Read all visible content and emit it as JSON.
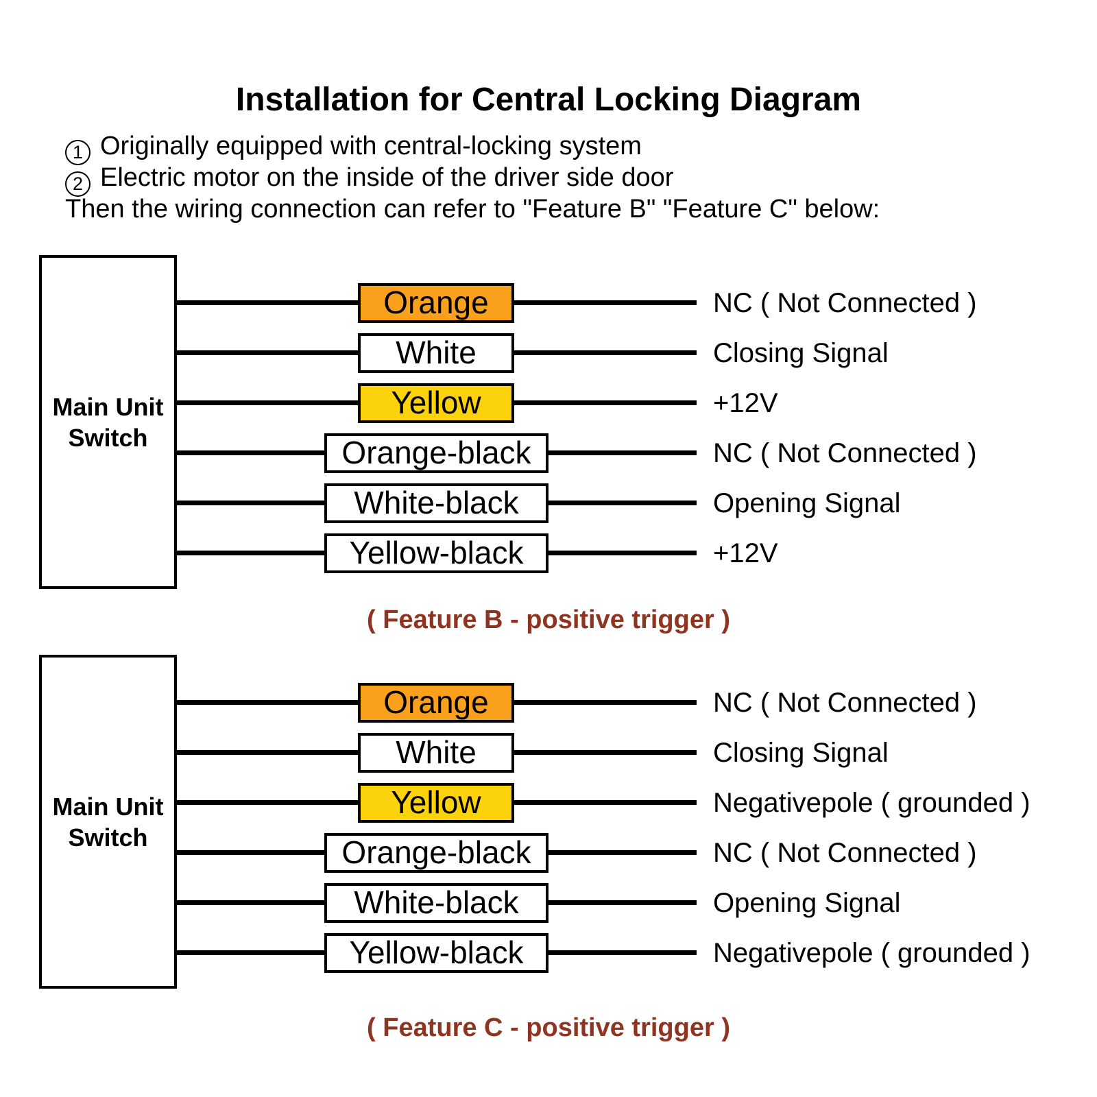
{
  "title": "Installation for Central Locking Diagram",
  "notes": {
    "item1": {
      "bullet": "1",
      "text": "Originally equipped with central-locking system"
    },
    "item2": {
      "bullet": "2",
      "text": "Electric motor on the inside of the driver side door"
    },
    "item3": {
      "text": "Then the wiring connection can refer to \"Feature B\" \"Feature C\" below:"
    }
  },
  "colors": {
    "orange_wire_fill": "#F9A11D",
    "yellow_wire_fill": "#FCD20D",
    "white_wire_fill": "#FFFFFF",
    "wire_line": "#000000",
    "caption_text": "#8E3420"
  },
  "diagram_b": {
    "source": {
      "line1": "Main Unit",
      "line2": "Switch"
    },
    "rows": [
      {
        "wire": "Orange",
        "fill": "orange",
        "signal": "NC ( Not Connected )"
      },
      {
        "wire": "White",
        "fill": "white",
        "signal": "Closing Signal"
      },
      {
        "wire": "Yellow",
        "fill": "yellow",
        "signal": "+12V"
      },
      {
        "wire": "Orange-black",
        "fill": "white",
        "signal": "NC ( Not Connected )"
      },
      {
        "wire": "White-black",
        "fill": "white",
        "signal": "Opening Signal"
      },
      {
        "wire": "Yellow-black",
        "fill": "white",
        "signal": "+12V"
      }
    ],
    "caption": "( Feature B - positive trigger )"
  },
  "diagram_c": {
    "source": {
      "line1": "Main Unit",
      "line2": "Switch"
    },
    "rows": [
      {
        "wire": "Orange",
        "fill": "orange",
        "signal": "NC ( Not Connected )"
      },
      {
        "wire": "White",
        "fill": "white",
        "signal": "Closing Signal"
      },
      {
        "wire": "Yellow",
        "fill": "yellow",
        "signal": "Negativepole ( grounded )"
      },
      {
        "wire": "Orange-black",
        "fill": "white",
        "signal": "NC ( Not Connected )"
      },
      {
        "wire": "White-black",
        "fill": "white",
        "signal": "Opening Signal"
      },
      {
        "wire": "Yellow-black",
        "fill": "white",
        "signal": "Negativepole ( grounded )"
      }
    ],
    "caption": "( Feature C - positive trigger )"
  }
}
